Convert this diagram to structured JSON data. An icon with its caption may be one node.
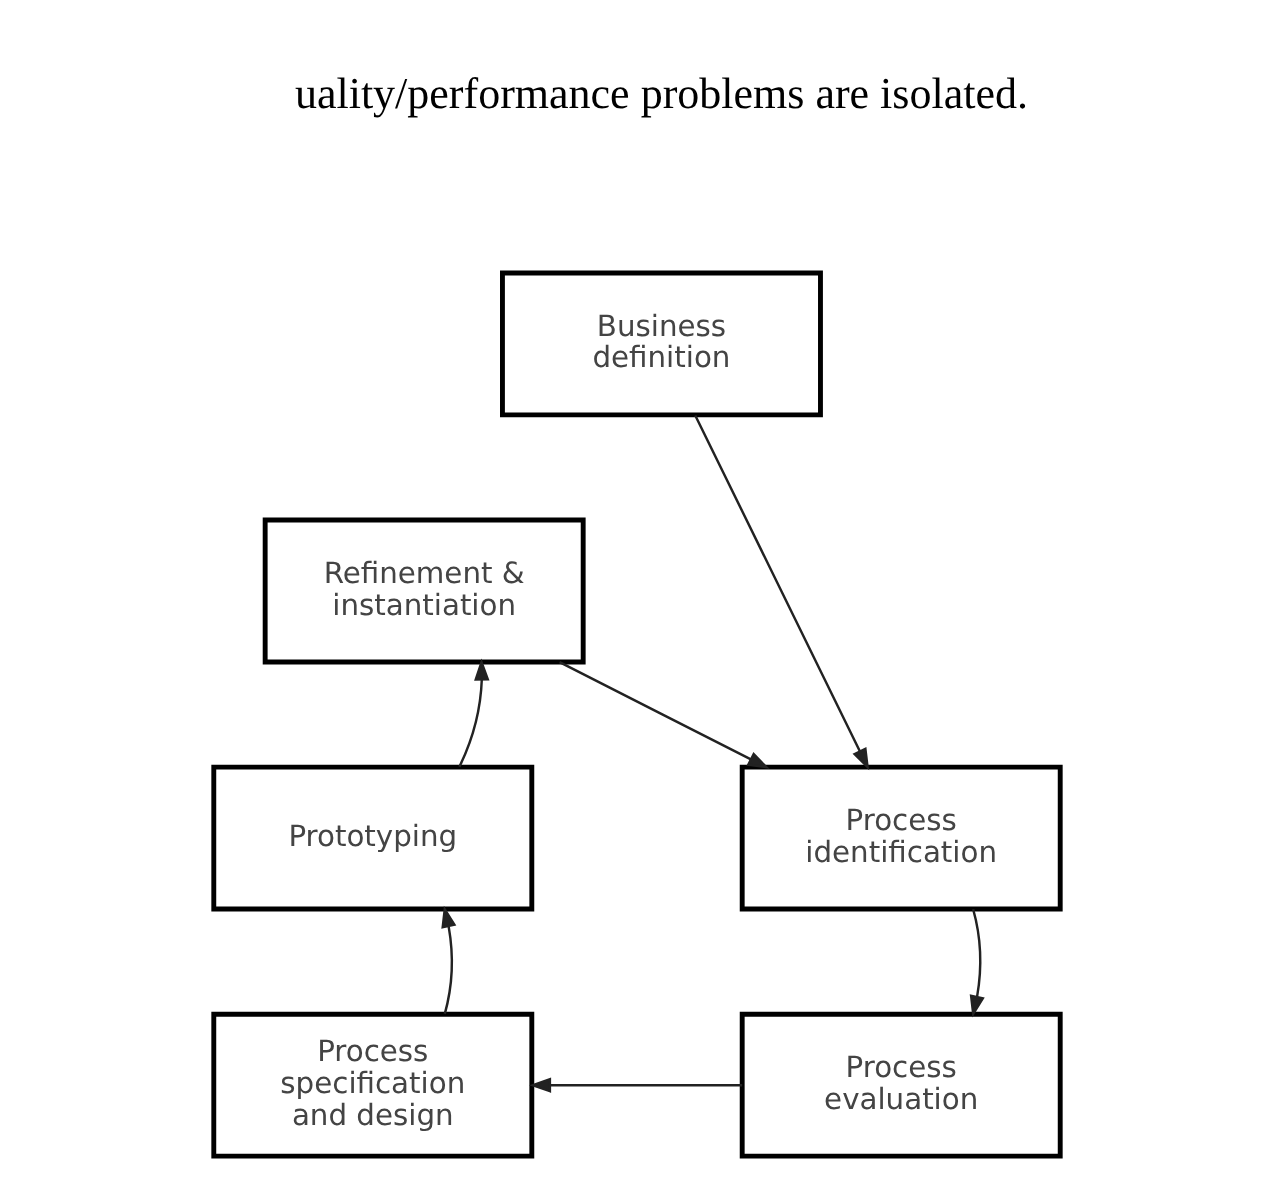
{
  "diagram": {
    "nodes": [
      {
        "text": [
          "Business definition"
        ]
      },
      {
        "text": [
          "Refinement & instantiation"
        ]
      },
      {
        "text": [
          "Prototyping"
        ]
      },
      {
        "text": [
          "Process identification"
        ]
      },
      {
        "text": [
          "Process specification and design"
        ]
      },
      {
        "text": [
          "Process evaluation"
        ]
      }
    ],
    "edges": [
      {
        "from": 0,
        "to": 3,
        "arrow": "to"
      },
      {
        "from": 1,
        "to": 3,
        "arrow": "to"
      },
      {
        "from": 3,
        "to": 5,
        "arrow": "to"
      },
      {
        "from": 5,
        "to": 4,
        "arrow": "to"
      },
      {
        "from": 4,
        "to": 2,
        "arrow": "to"
      },
      {
        "from": 2,
        "to": 1,
        "arrow": "to"
      }
    ],
    "labels": [
      "uality/performance problems are isolated."
    ]
  }
}
